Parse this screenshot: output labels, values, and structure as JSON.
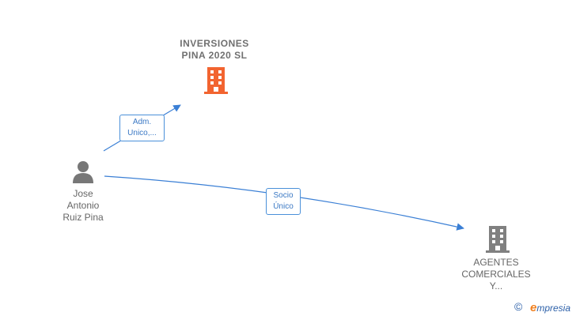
{
  "nodes": {
    "company_main": {
      "name": "INVERSIONES\nPINA 2020  SL",
      "icon": "building-icon",
      "color": "#f26430"
    },
    "person": {
      "name": "Jose\nAntonio\nRuiz Pina",
      "icon": "person-icon",
      "color": "#777777"
    },
    "company_other": {
      "name": "AGENTES\nCOMERCIALES\nY...",
      "icon": "building-icon",
      "color": "#808080"
    }
  },
  "edges": [
    {
      "from": "person",
      "to": "company_main",
      "label": "Adm.\nUnico,...",
      "color": "#3a7fd5"
    },
    {
      "from": "person",
      "to": "company_other",
      "label": "Socio\nÚnico",
      "color": "#3a7fd5"
    }
  ],
  "footer": {
    "copyright_symbol": "©",
    "brand_initial": "e",
    "brand_rest": "mpresia"
  }
}
